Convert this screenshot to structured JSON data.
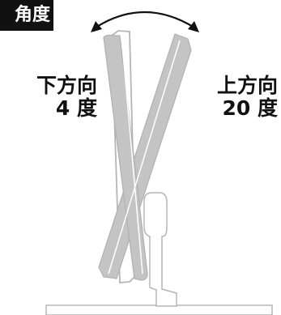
{
  "header": {
    "title": "角度",
    "badge_color": "#111111"
  },
  "tilt_down": {
    "direction_label": "下方向",
    "angle_label": "4 度"
  },
  "tilt_up": {
    "direction_label": "上方向",
    "angle_label": "20 度"
  },
  "colors": {
    "screen_fill": "#c4c4c4",
    "outline": "#b0b0b0",
    "text": "#111111"
  },
  "icons": {
    "tilt_arrow": "double-headed-curved-arrow-icon"
  }
}
